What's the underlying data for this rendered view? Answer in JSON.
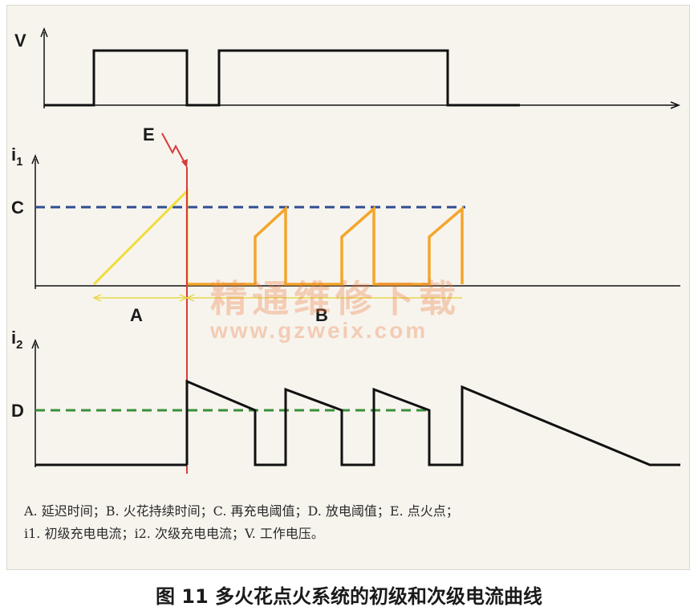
{
  "labels": {
    "v": "V",
    "i1": "i",
    "i1_sub": "1",
    "i2": "i",
    "i2_sub": "2",
    "c": "C",
    "d": "D",
    "e": "E",
    "a": "A",
    "b": "B"
  },
  "legend": {
    "line1": "A. 延迟时间；B. 火花持续时间；C. 再充电阈值；D. 放电阈值；E. 点火点；",
    "line2": "i1. 初级充电电流；i2. 次级充电电流；V. 工作电压。"
  },
  "watermark": {
    "cn": "精通维修下载",
    "url": "www.gzweix.com"
  },
  "caption": "图 11 多火花点火系统的初级和次级电流曲线",
  "colors": {
    "signal": "#111111",
    "ramp": "#f2dc3a",
    "primary_current": "#f4a52a",
    "threshold_c": "#2f4d8f",
    "threshold_d": "#3a8f3a",
    "ignition": "#d83a3a",
    "annotation": "#e8d64a"
  }
}
